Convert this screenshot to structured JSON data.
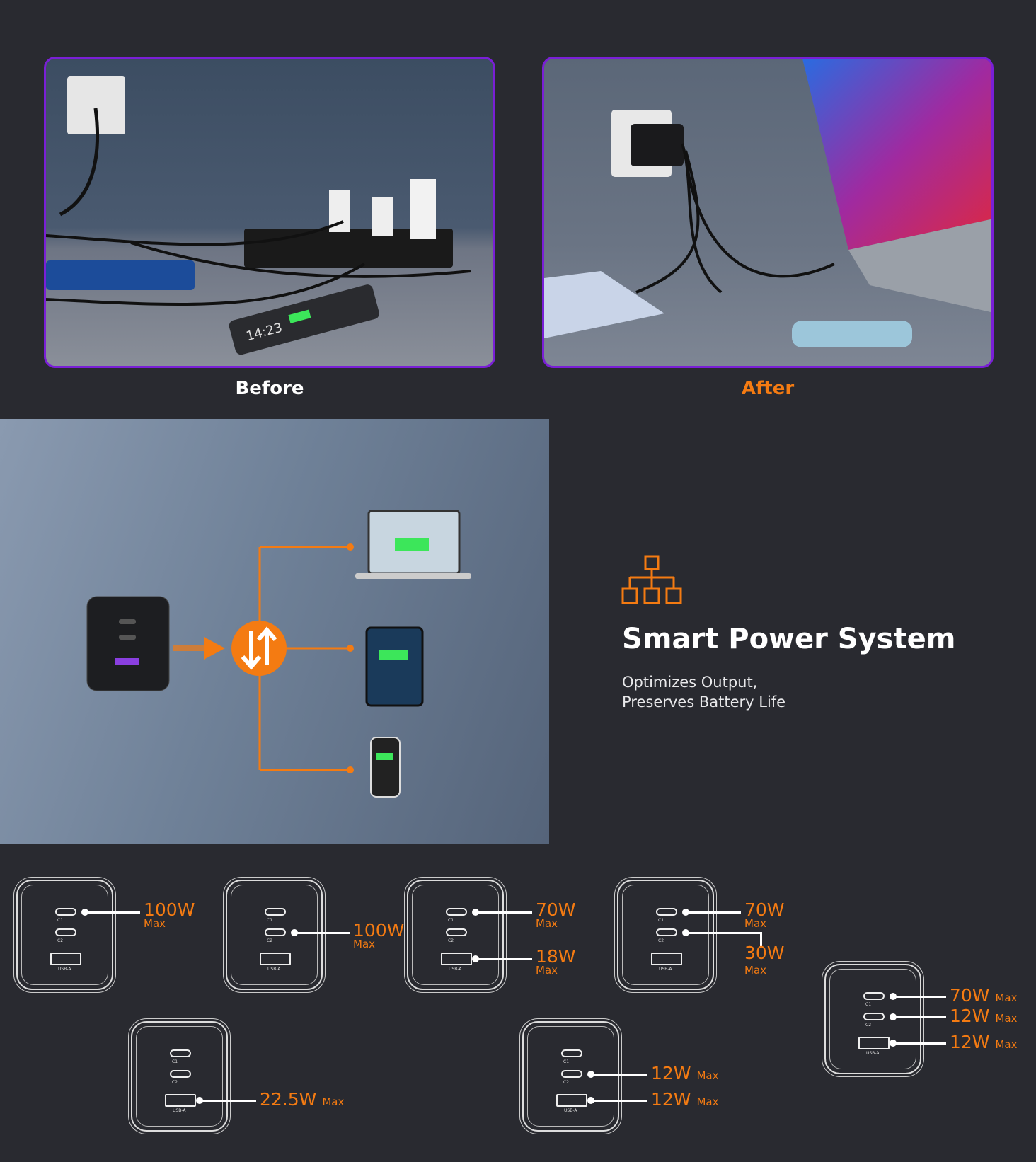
{
  "comparison": {
    "before_label": "Before",
    "after_label": "After",
    "accent": "#f47b12",
    "border": "#7a1fd6"
  },
  "phone_time": "14:23",
  "smart_power": {
    "icon": "network-hierarchy-icon",
    "title": "Smart Power System",
    "subtitle_line1": "Optimizes Output,",
    "subtitle_line2": "Preserves Battery Life"
  },
  "port_labels": {
    "c1": "C1",
    "c2": "C2",
    "usba": "USB-A"
  },
  "chargers": [
    {
      "outputs": [
        {
          "port": "c1",
          "watts": "100W",
          "max": "Max"
        }
      ]
    },
    {
      "outputs": [
        {
          "port": "c2",
          "watts": "100W",
          "max": "Max"
        }
      ]
    },
    {
      "outputs": [
        {
          "port": "c1",
          "watts": "70W",
          "max": "Max"
        },
        {
          "port": "usba",
          "watts": "18W",
          "max": "Max"
        }
      ]
    },
    {
      "outputs": [
        {
          "port": "c1",
          "watts": "70W",
          "max": "Max"
        },
        {
          "port": "c2",
          "watts": "30W",
          "max": "Max"
        }
      ]
    },
    {
      "outputs": [
        {
          "port": "usba",
          "watts": "22.5W",
          "max": "Max"
        }
      ]
    },
    {
      "outputs": [
        {
          "port": "c2",
          "watts": "12W",
          "max": "Max"
        },
        {
          "port": "usba",
          "watts": "12W",
          "max": "Max"
        }
      ]
    },
    {
      "outputs": [
        {
          "port": "c1",
          "watts": "70W",
          "max": "Max"
        },
        {
          "port": "c2",
          "watts": "12W",
          "max": "Max"
        },
        {
          "port": "usba",
          "watts": "12W",
          "max": "Max"
        }
      ]
    }
  ]
}
